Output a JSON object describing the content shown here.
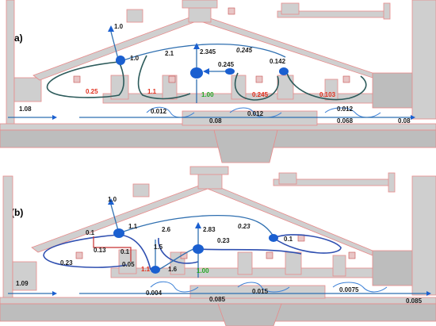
{
  "panels": [
    {
      "label": "(a)",
      "values": {
        "v_top": "1.0",
        "v_left_inlet": "1.08",
        "v_node1": "1.0",
        "v_cav_a": "2.1",
        "v_center": "2.345",
        "v_right_top": "0.245",
        "v_right_mid": "0.245",
        "v_right_node": "0.142",
        "v_left_cav": "0.25",
        "v_cav_mid": "1.1",
        "v_center_green": "1.00",
        "v_red_right": "0.245",
        "v_red_far": "0.103",
        "v_bot_1": "0.012",
        "v_bot_2": "0.012",
        "v_bot_3": "0.012",
        "v_shaft_1": "0.08",
        "v_shaft_2": "0.068",
        "v_shaft_3": "0.08"
      }
    },
    {
      "label": "(b)",
      "values": {
        "v_top": "1.0",
        "v_left_inlet": "1.09",
        "v_left": "0.1",
        "v_node1": "1.1",
        "v_cav_a": "2.6",
        "v_center": "2.83",
        "v_right_top": "0.23",
        "v_right_node": "0.1",
        "v_mid": "0.23",
        "v_left_cav": "0.23",
        "v_l1": "0.13",
        "v_l2": "0.1",
        "v_l3": "0.05",
        "v_15": "1.5",
        "v_red": "1.1",
        "v_16": "1.6",
        "v_center_green": "1.00",
        "v_bot_1": "0.004",
        "v_bot_2": "0.015",
        "v_bot_3": "0.0075",
        "v_shaft_1": "0.085",
        "v_shaft_2": "0.085"
      }
    }
  ],
  "colors": {
    "metal": "#cfcfcf",
    "outline": "#e88a8a",
    "flow": "#2f6fb0",
    "node": "#1a5fd0",
    "red_text": "#e0301e",
    "green_text": "#24a824"
  }
}
